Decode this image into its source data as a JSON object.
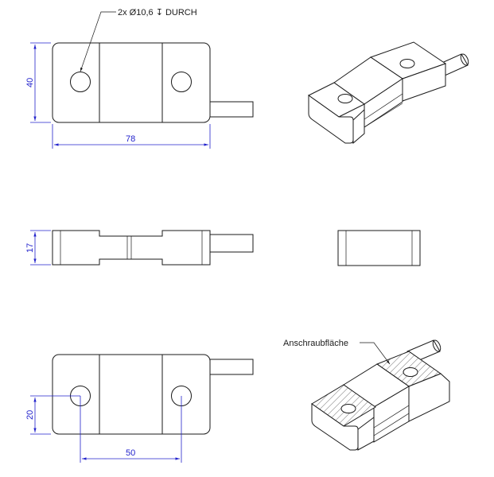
{
  "annotations": {
    "hole_note": "2x Ø10,6 ↧ DURCH",
    "mounting_surface": "Anschraubfläche"
  },
  "dimensions": {
    "top_height": "40",
    "top_length": "78",
    "side_height": "17",
    "bottom_offset": "20",
    "hole_spacing": "50"
  },
  "colors": {
    "dimension": "#2222cc",
    "outline": "#1a1a1a"
  }
}
